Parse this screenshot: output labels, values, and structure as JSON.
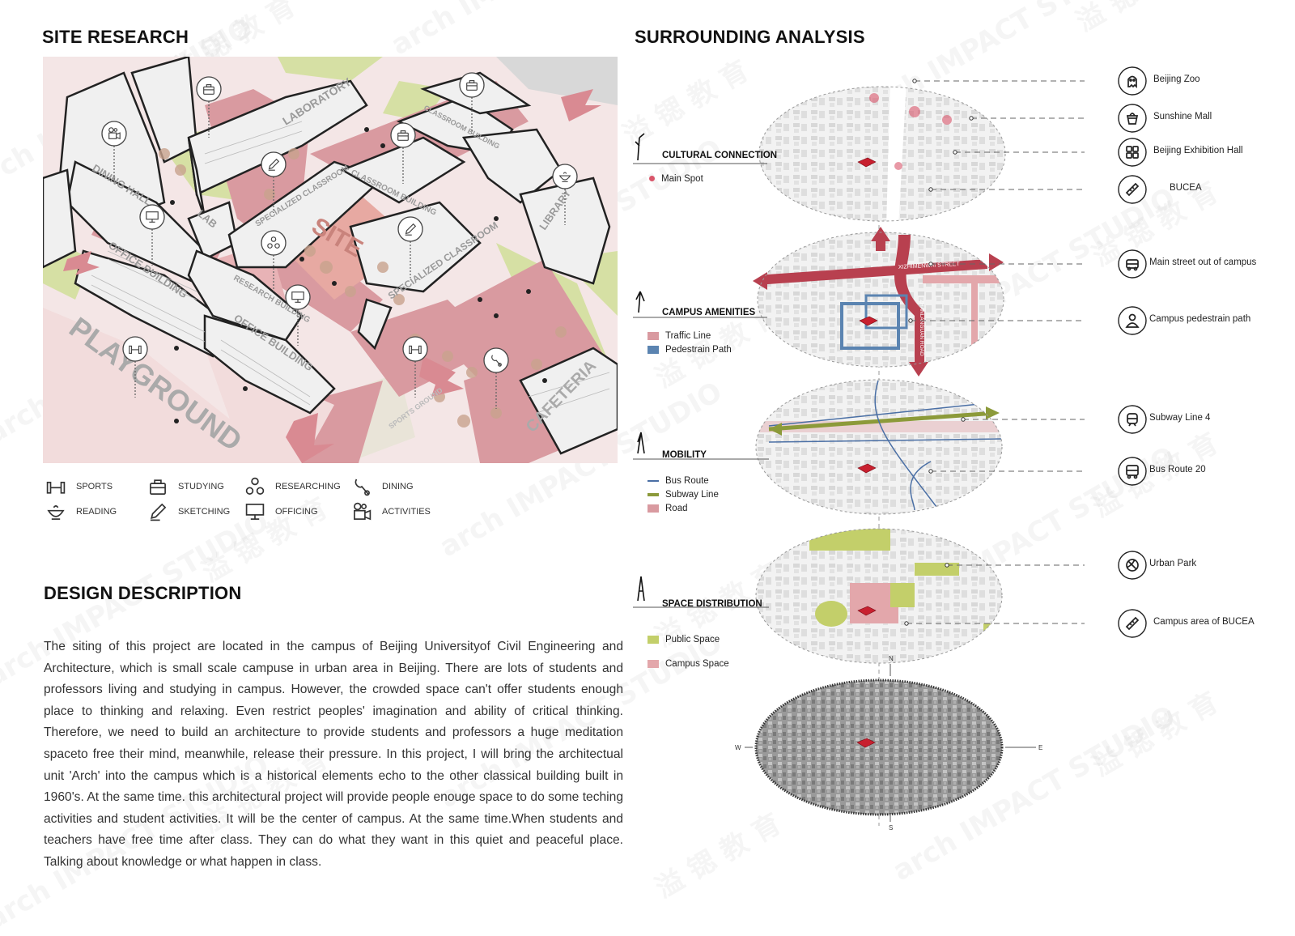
{
  "site_research": {
    "title": "SITE RESEARCH",
    "labels": {
      "laboratory": "LABORATORY",
      "dining_hall": "DINING HALL",
      "lab": "LAB",
      "classroom_building": "CLASSROOM BUILDING",
      "specialized_classroom_1": "SPECIALIZED CLASSROOM",
      "classroom_building_2": "CLASSROOM BUILDING",
      "site": "SITE",
      "specialized_classroom_2": "SPECIALIZED CLASSROOM",
      "library": "LIBRARY",
      "office_building_1": "OFFICE BUILDING",
      "research_building": "RESEARCH BUILDING",
      "office_building_2": "OFFICE BUILDING",
      "playground": "PLAYGROUND",
      "sports_ground": "SPORTS GROUND",
      "cafeteria": "CAFETERIA"
    }
  },
  "legend": [
    {
      "icon": "dumbbell-icon",
      "label": "SPORTS"
    },
    {
      "icon": "briefcase-icon",
      "label": "STUDYING"
    },
    {
      "icon": "molecule-icon",
      "label": "RESEARCHING"
    },
    {
      "icon": "dining-icon",
      "label": "DINING"
    },
    {
      "icon": "bowl-icon",
      "label": "READING"
    },
    {
      "icon": "pencil-icon",
      "label": "SKETCHING"
    },
    {
      "icon": "monitor-icon",
      "label": "OFFICING"
    },
    {
      "icon": "camera-icon",
      "label": "ACTIVITIES"
    }
  ],
  "design_description": {
    "title": "DESIGN DESCRIPTION",
    "text": "The siting of this project are located in the campus of Beijing Universityof Civil Engineering and Architecture, which is small scale campuse in urban area in Beijing. There are lots of students and professors living and studying in campus. However, the crowded space can't offer students enough place to thinking and relaxing. Even restrict peoples' imagination and ability of critical thinking. Therefore, we need to build an architecture to provide students and professors a  huge meditation spaceto free their mind, meanwhile, release their pressure. In this project, I will bring the architectual unit 'Arch' into the campus which is a historical elements echo to the other classical building built in 1960's. At the same time. this architectural project will provide people enouge space to do some teching activities and student activities. It will be the center of campus. At the same time.When students and teachers have free time after class. They can do what they want in this quiet and peaceful place. Talking about knowledge or what happen in class."
  },
  "surrounding_analysis": {
    "title": "SURROUNDING ANALYSIS",
    "layers": [
      {
        "name": "CULTURAL CONNECTION",
        "legend": [
          {
            "label": "Main Spot",
            "color": "#d9556a",
            "kind": "dot"
          }
        ]
      },
      {
        "name": "CAMPUS AMENITIES",
        "legend": [
          {
            "label": "Traffic Line",
            "color": "#d99aa0",
            "kind": "box"
          },
          {
            "label": "Pedestrain  Path",
            "color": "#5b84b1",
            "kind": "box"
          }
        ]
      },
      {
        "name": "MOBILITY",
        "legend": [
          {
            "label": "Bus Route",
            "color": "#4a6fa5",
            "kind": "line"
          },
          {
            "label": "Subway Line",
            "color": "#8c9a3a",
            "kind": "thick"
          },
          {
            "label": "Road",
            "color": "#d99aa0",
            "kind": "box"
          }
        ]
      },
      {
        "name": "SPACE DISTRIBUTION",
        "legend": [
          {
            "label": "Public Space",
            "color": "#c3cf6a",
            "kind": "box"
          },
          {
            "label": "Campus Space",
            "color": "#e3a7ab",
            "kind": "box"
          }
        ]
      }
    ],
    "destinations": [
      {
        "icon": "ghost-icon",
        "label": "Beijing Zoo"
      },
      {
        "icon": "shopping-bag-icon",
        "label": "Sunshine Mall"
      },
      {
        "icon": "grid-icon",
        "label": "Beijing Exhibition Hall"
      },
      {
        "icon": "ruler-icon",
        "label": "BUCEA"
      },
      {
        "icon": "car-icon",
        "label": "Main street out of campus"
      },
      {
        "icon": "person-icon",
        "label": "Campus pedestrain path"
      },
      {
        "icon": "subway-icon",
        "label": "Subway Line 4"
      },
      {
        "icon": "bus-icon",
        "label": "Bus Route 20"
      },
      {
        "icon": "ball-icon",
        "label": "Urban Park"
      },
      {
        "icon": "ruler-icon",
        "label": "Campus area of BUCEA"
      }
    ],
    "map_labels": {
      "street": "XIZHIMENWAI STREET",
      "road": "ZHANLANGUAN ROAD"
    },
    "compass": {
      "n": "N",
      "s": "S",
      "e": "E",
      "w": "W"
    }
  },
  "watermark": {
    "text": "arch IMPACT STUDIO",
    "cn": "溢 锶 教 育"
  },
  "colors": {
    "pink": "#e8a6aa",
    "road": "#b8404f",
    "green": "#c3cf6a",
    "blue": "#4a6fa5",
    "olive": "#8c9a3a"
  }
}
